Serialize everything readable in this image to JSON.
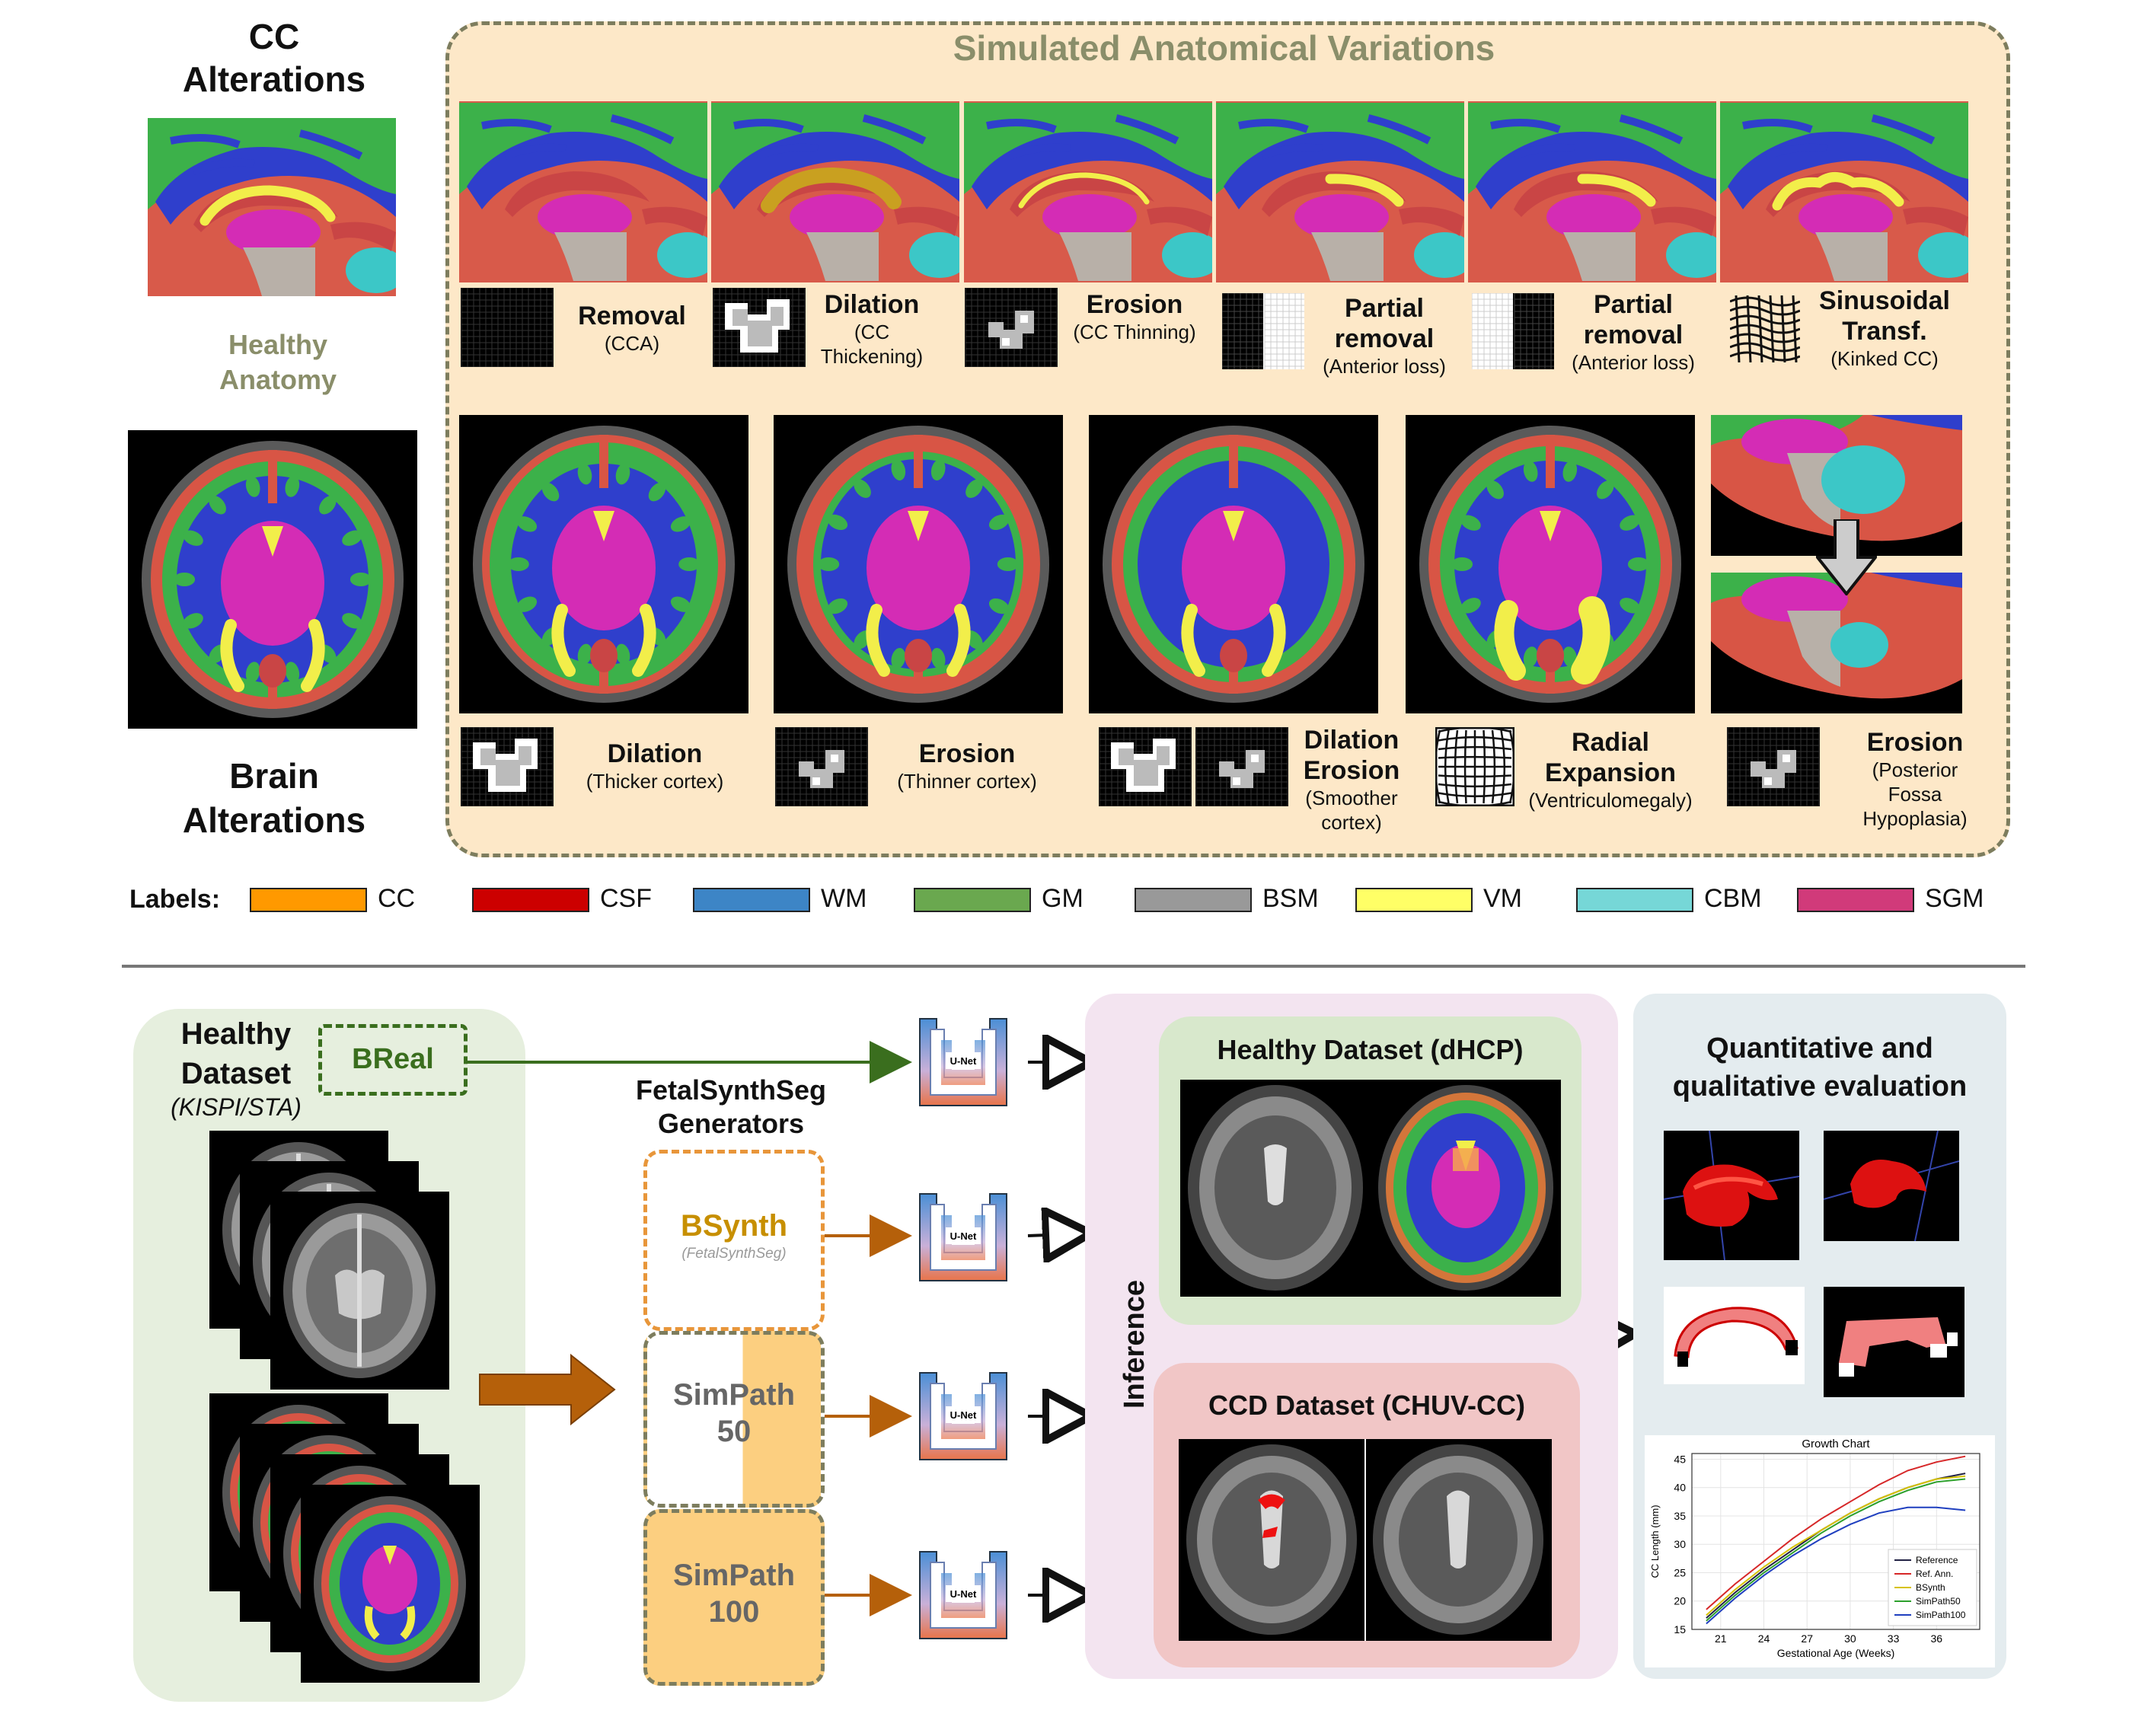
{
  "top": {
    "cc_title_l1": "CC",
    "cc_title_l2": "Alterations",
    "healthy_l1": "Healthy",
    "healthy_l2": "Anatomy",
    "brain_title_l1": "Brain",
    "brain_title_l2": "Alterations",
    "sim_title": "Simulated Anatomical Variations"
  },
  "cc_ops": [
    {
      "title": "Removal",
      "sub": "(CCA)",
      "icon": "grid-empty-icon"
    },
    {
      "title": "Dilation",
      "sub": "(CC Thickening)",
      "icon": "dilation-shape-icon"
    },
    {
      "title": "Erosion",
      "sub": "(CC Thinning)",
      "icon": "erosion-shape-icon"
    },
    {
      "title": "Partial removal",
      "sub": "(Anterior loss)",
      "icon": "half-grid-icon"
    },
    {
      "title": "Partial removal",
      "sub": "(Anterior loss)",
      "icon": "half-grid-right-icon"
    },
    {
      "title": "Sinusoidal Transf.",
      "sub": "(Kinked CC)",
      "icon": "wave-grid-icon"
    }
  ],
  "brain_ops": [
    {
      "title": "Dilation",
      "sub": "(Thicker cortex)"
    },
    {
      "title": "Erosion",
      "sub": "(Thinner cortex)"
    },
    {
      "title": "Dilation Erosion",
      "sub": "(Smoother cortex)"
    },
    {
      "title": "Radial Expansion",
      "sub": "(Ventriculomegaly)"
    },
    {
      "title": "Erosion",
      "sub": "(Posterior Fossa Hypoplasia)"
    }
  ],
  "legend": {
    "title": "Labels:",
    "items": [
      {
        "label": "CC",
        "color": "#ff9900"
      },
      {
        "label": "CSF",
        "color": "#cc0000"
      },
      {
        "label": "WM",
        "color": "#3d85c6"
      },
      {
        "label": "GM",
        "color": "#6aa84f"
      },
      {
        "label": "BSM",
        "color": "#999999"
      },
      {
        "label": "VM",
        "color": "#ffff66"
      },
      {
        "label": "CBM",
        "color": "#76d7d7"
      },
      {
        "label": "SGM",
        "color": "#d13a7a"
      }
    ]
  },
  "pipeline": {
    "healthy_l1": "Healthy",
    "healthy_l2": "Dataset",
    "healthy_src": "(KISPI/STA)",
    "breal": "BReal",
    "gen_l1": "FetalSynthSeg",
    "gen_l2": "Generators",
    "bsynth": "BSynth",
    "bsynth_sub": "(FetalSynthSeg)",
    "simpath50_l1": "SimPath",
    "simpath50_l2": "50",
    "simpath100_l1": "SimPath",
    "simpath100_l2": "100",
    "unet": "U-Net",
    "inference": "Inference",
    "dhcp": "Healthy Dataset (dHCP)",
    "ccd": "CCD Dataset (CHUV-CC)",
    "eval_l1": "Quantitative and",
    "eval_l2": "qualitative evaluation"
  },
  "chart_data": {
    "type": "line",
    "title": "Growth Chart",
    "xlabel": "Gestational Age (Weeks)",
    "ylabel": "CC Length (mm)",
    "xlim": [
      19,
      39
    ],
    "ylim": [
      15,
      46
    ],
    "xticks": [
      "21",
      "24",
      "27",
      "30",
      "33",
      "36"
    ],
    "yticks": [
      "15",
      "20",
      "25",
      "30",
      "35",
      "40",
      "45"
    ],
    "x": [
      20,
      22,
      24,
      26,
      28,
      30,
      32,
      34,
      36,
      38
    ],
    "series": [
      {
        "name": "Reference",
        "color": "#222244",
        "values": [
          17,
          21.5,
          25.5,
          29,
          32.5,
          35.5,
          38,
          40,
          41.5,
          42.5
        ]
      },
      {
        "name": "Ref. Ann.",
        "color": "#d62728",
        "values": [
          18.5,
          23,
          27,
          31,
          34.5,
          37.5,
          40.5,
          43,
          44.5,
          45.5
        ]
      },
      {
        "name": "BSynth",
        "color": "#d6c200",
        "values": [
          17.5,
          22,
          26,
          29.5,
          32.5,
          35.5,
          38,
          40,
          41.5,
          42
        ]
      },
      {
        "name": "SimPath50",
        "color": "#2ca02c",
        "values": [
          16.5,
          21,
          25,
          28.5,
          32,
          35,
          37.5,
          39.5,
          41,
          41.5
        ]
      },
      {
        "name": "SimPath100",
        "color": "#1f3fbf",
        "values": [
          16,
          20.5,
          24.5,
          28,
          31,
          33.5,
          35.5,
          36.5,
          36.5,
          36
        ]
      }
    ],
    "legend": "bottom-right",
    "grid": true
  }
}
